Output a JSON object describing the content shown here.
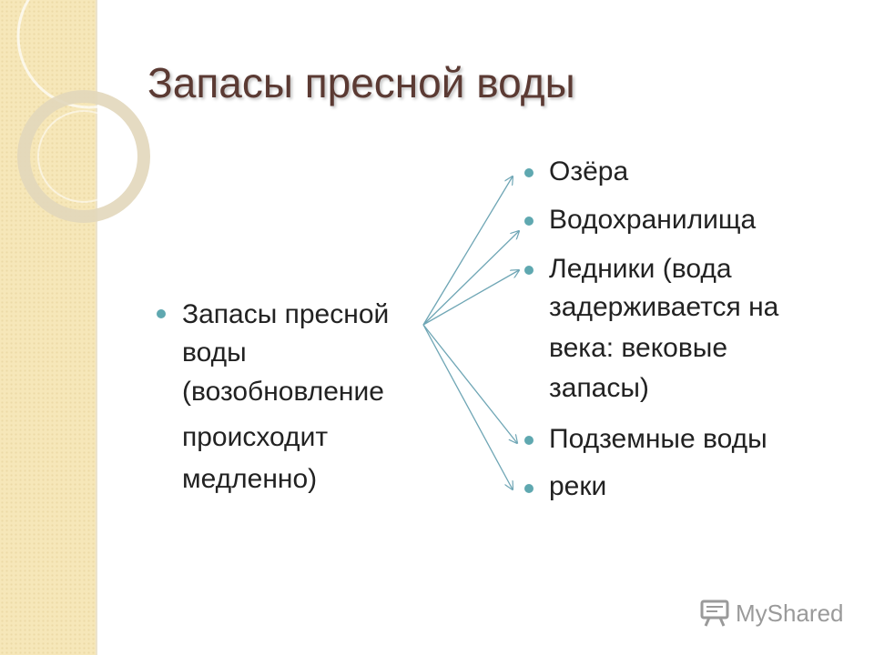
{
  "slide": {
    "title": "Запасы пресной воды",
    "left_item": {
      "lines": [
        "Запасы пресной",
        "воды",
        "(возобновление",
        "происходит",
        "медленно)"
      ]
    },
    "right_items": [
      {
        "lines": [
          "Озёра"
        ]
      },
      {
        "lines": [
          "Водохранилища"
        ]
      },
      {
        "lines": [
          "Ледники (вода",
          "задерживается на",
          "века: вековые",
          "запасы)"
        ]
      },
      {
        "lines": [
          "Подземные воды"
        ]
      },
      {
        "lines": [
          "реки"
        ]
      }
    ]
  },
  "watermark": {
    "text": "MyShared"
  },
  "colors": {
    "title": "#5b3a33",
    "bullet": "#5fa8b0",
    "arrow": "#6fa6b5",
    "sidebar": "#f6e7b9"
  }
}
